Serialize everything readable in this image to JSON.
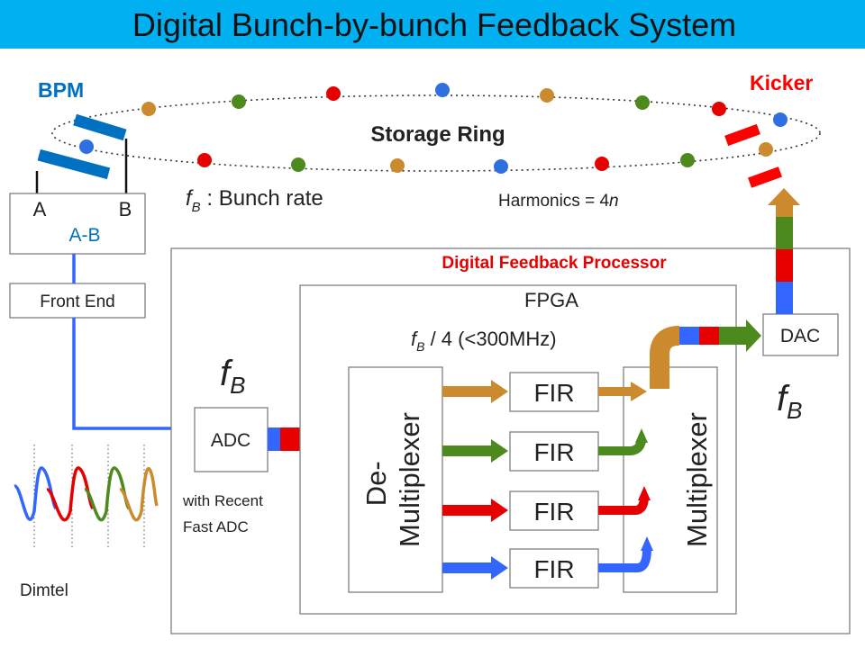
{
  "title": "Digital Bunch-by-bunch Feedback System",
  "labels": {
    "bpm": "BPM",
    "kicker": "Kicker",
    "storage_ring": "Storage Ring",
    "bunch_rate_symbol": "f",
    "bunch_rate_sub": "B",
    "bunch_rate_text": " : Bunch rate",
    "harmonics_text": "Harmonics = 4",
    "harmonics_var": "n",
    "electrode_a": "A",
    "electrode_b": "B",
    "a_minus_b": "A-B",
    "front_end": "Front End",
    "processor": "Digital Feedback Processor",
    "fpga": "FPGA",
    "fpga_rate_symbol": "f",
    "fpga_rate_sub": "B",
    "fpga_rate_text": " / 4 (<300MHz)",
    "fb_left_symbol": "f",
    "fb_left_sub": "B",
    "fb_right_symbol": "f",
    "fb_right_sub": "B",
    "adc": "ADC",
    "adc_note_line1": "with Recent",
    "adc_note_line2": "Fast ADC",
    "demux_line1": "De-",
    "demux_line2": "Multiplexer",
    "mux": "Multiplexer",
    "fir": [
      "FIR",
      "FIR",
      "FIR",
      "FIR"
    ],
    "dac": "DAC",
    "dimtel": "Dimtel"
  },
  "colors": {
    "title_bg": "#00b0f0",
    "bpm_blue": "#0070c0",
    "kicker_red": "#ff0000",
    "processor_red": "#e60000",
    "signal_blue": "#3366ff",
    "bunch_red": "#e60000",
    "bunch_green": "#4d8a1e",
    "bunch_orange": "#cc8a2e",
    "bunch_blue": "#2f6fe0"
  },
  "bunch_colors_in_ring": [
    "orange",
    "green",
    "red",
    "blue",
    "orange",
    "green",
    "red",
    "blue",
    "blue",
    "orange",
    "green",
    "red",
    "blue",
    "orange",
    "green",
    "red"
  ]
}
